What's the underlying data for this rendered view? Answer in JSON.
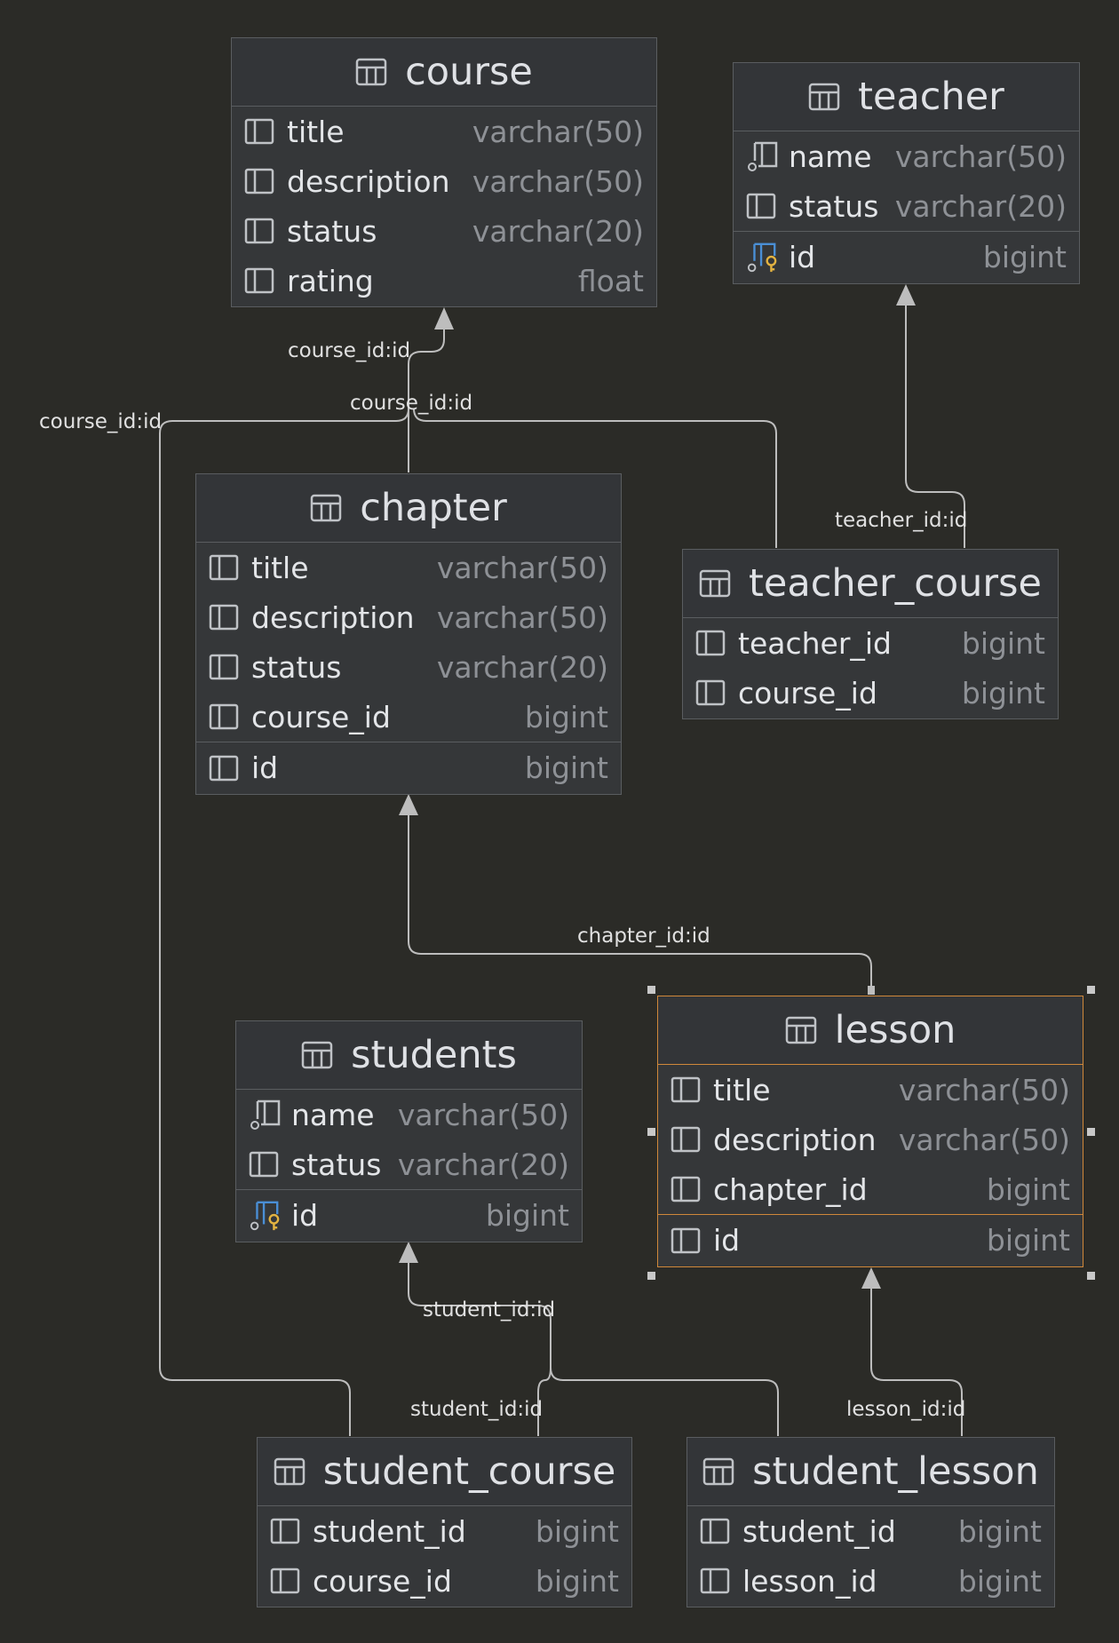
{
  "colors": {
    "background": "#2b2b27",
    "table_bg": "#353739",
    "table_border": "#5a5d60",
    "selected_border": "#d0883a",
    "edge": "#bdbdbd",
    "type_text": "#8e9196",
    "key_icon": "#e3b341",
    "column_icon_blue": "#4a8fd6"
  },
  "tables": {
    "course": {
      "name": "course",
      "columns": [
        {
          "name": "title",
          "type": "varchar(50)",
          "icon": "column-icon"
        },
        {
          "name": "description",
          "type": "varchar(50)",
          "icon": "column-icon"
        },
        {
          "name": "status",
          "type": "varchar(20)",
          "icon": "column-icon"
        },
        {
          "name": "rating",
          "type": "float",
          "icon": "column-icon"
        }
      ]
    },
    "teacher": {
      "name": "teacher",
      "columns": [
        {
          "name": "name",
          "type": "varchar(50)",
          "icon": "indexed-column-icon"
        },
        {
          "name": "status",
          "type": "varchar(20)",
          "icon": "column-icon"
        }
      ],
      "pk": {
        "name": "id",
        "type": "bigint",
        "icon": "primary-key-icon"
      }
    },
    "chapter": {
      "name": "chapter",
      "columns": [
        {
          "name": "title",
          "type": "varchar(50)",
          "icon": "column-icon"
        },
        {
          "name": "description",
          "type": "varchar(50)",
          "icon": "column-icon"
        },
        {
          "name": "status",
          "type": "varchar(20)",
          "icon": "column-icon"
        },
        {
          "name": "course_id",
          "type": "bigint",
          "icon": "column-icon"
        }
      ],
      "pk": {
        "name": "id",
        "type": "bigint",
        "icon": "column-icon"
      }
    },
    "teacher_course": {
      "name": "teacher_course",
      "columns": [
        {
          "name": "teacher_id",
          "type": "bigint",
          "icon": "column-icon"
        },
        {
          "name": "course_id",
          "type": "bigint",
          "icon": "column-icon"
        }
      ]
    },
    "students": {
      "name": "students",
      "columns": [
        {
          "name": "name",
          "type": "varchar(50)",
          "icon": "indexed-column-icon"
        },
        {
          "name": "status",
          "type": "varchar(20)",
          "icon": "column-icon"
        }
      ],
      "pk": {
        "name": "id",
        "type": "bigint",
        "icon": "primary-key-icon"
      }
    },
    "lesson": {
      "name": "lesson",
      "columns": [
        {
          "name": "title",
          "type": "varchar(50)",
          "icon": "column-icon"
        },
        {
          "name": "description",
          "type": "varchar(50)",
          "icon": "column-icon"
        },
        {
          "name": "chapter_id",
          "type": "bigint",
          "icon": "column-icon"
        }
      ],
      "pk": {
        "name": "id",
        "type": "bigint",
        "icon": "column-icon"
      }
    },
    "student_course": {
      "name": "student_course",
      "columns": [
        {
          "name": "student_id",
          "type": "bigint",
          "icon": "column-icon"
        },
        {
          "name": "course_id",
          "type": "bigint",
          "icon": "column-icon"
        }
      ]
    },
    "student_lesson": {
      "name": "student_lesson",
      "columns": [
        {
          "name": "student_id",
          "type": "bigint",
          "icon": "column-icon"
        },
        {
          "name": "lesson_id",
          "type": "bigint",
          "icon": "column-icon"
        }
      ]
    }
  },
  "edge_labels": {
    "chapter_course": "course_id:id",
    "teacher_course_course": "course_id:id",
    "student_course_course": "course_id:id",
    "teacher_course_teacher": "teacher_id:id",
    "lesson_chapter": "chapter_id:id",
    "student_course_students": "student_id:id",
    "student_lesson_students": "student_id:id",
    "student_lesson_lesson": "lesson_id:id"
  }
}
